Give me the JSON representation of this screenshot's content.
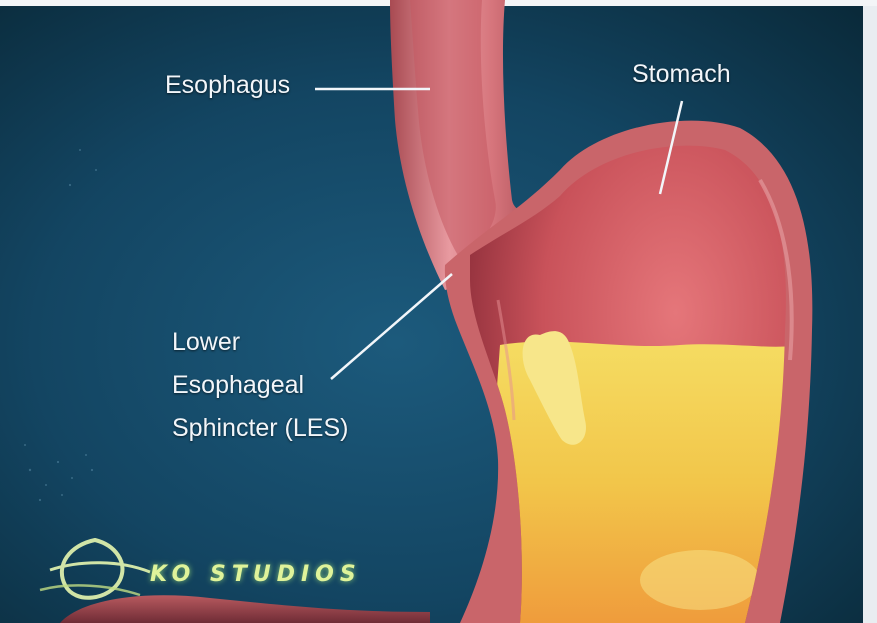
{
  "labels": {
    "esophagus": "Esophagus",
    "stomach": "Stomach",
    "les_line1": "Lower",
    "les_line2": "Esophageal",
    "les_line3": "Sphincter (LES)"
  },
  "watermark": {
    "text": "KO STUDIOS"
  },
  "colors": {
    "background_dark": "#0a2a3a",
    "background_mid": "#1c5a7c",
    "frame_right": "#e9edf1",
    "tissue_wall": "#c9656a",
    "tissue_inner": "#c94f55",
    "gastric_acid": "#f2c64a",
    "label_text": "#f2f6fa",
    "watermark": "#dff39a"
  }
}
